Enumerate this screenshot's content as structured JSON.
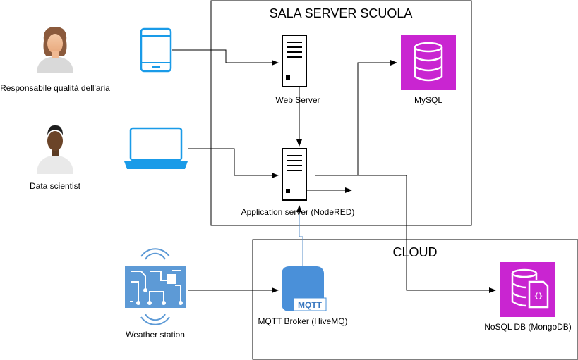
{
  "zones": {
    "school": {
      "title": "SALA SERVER SCUOLA"
    },
    "cloud": {
      "title": "CLOUD"
    }
  },
  "actors": {
    "air_quality": {
      "label": "Responsabile qualità dell'aria",
      "icon": "woman-avatar-icon",
      "device_icon": "tablet-icon"
    },
    "data_scientist": {
      "label": "Data scientist",
      "icon": "man-avatar-icon",
      "device_icon": "laptop-icon"
    },
    "weather": {
      "label": "Weather station",
      "icon": "iot-sensor-icon"
    }
  },
  "nodes": {
    "web_server": {
      "label": "Web Server",
      "icon": "server-icon"
    },
    "app_server": {
      "label": "Application server (NodeRED)",
      "icon": "server-icon"
    },
    "mysql": {
      "label": "MySQL",
      "icon": "database-icon"
    },
    "mqtt": {
      "label": "MQTT Broker (HiveMQ)",
      "badge": "MQTT",
      "icon": "mqtt-broker-icon"
    },
    "nosql": {
      "label": "NoSQL DB (MongoDB)",
      "icon": "document-database-icon"
    }
  },
  "colors": {
    "device_blue": "#1a9be8",
    "aws_magenta": "#c925d1",
    "weather_blue": "#5d9ad6",
    "mqtt_blue": "#4a90d9",
    "line": "#000000"
  }
}
